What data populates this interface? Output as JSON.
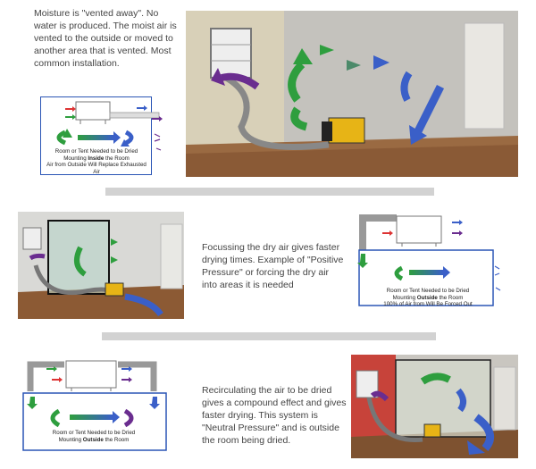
{
  "section1": {
    "text": "Moisture is \"vented away\".  No water is produced.  The moist air is vented to the outside or moved to another area that is vented. Most common installation.",
    "diagram": {
      "line1": "Room or Tent Needed to be Dried",
      "line2_pre": "Mounting ",
      "line2_bold": "Inside",
      "line2_post": " the Room",
      "line3": "Air from Outside Will Replace Exhausted Air"
    }
  },
  "section2": {
    "text": "Focussing the dry air gives faster drying times.  Example of \"Positive Pressure\" or forcing the dry air into areas it is needed",
    "diagram": {
      "line1": "Room or Tent Needed to be Dried",
      "line2_pre": "Mounting ",
      "line2_bold": "Outside",
      "line2_post": " the Room",
      "line3": "100% of Air from Will Be Forced Out"
    }
  },
  "section3": {
    "text": "Recirculating the air to be dried gives a compound effect and gives faster drying.  This system is \"Neutral Pressure\" and is outside the room being dried.",
    "diagram": {
      "line1": "Room or Tent Needed to be Dried",
      "line2_pre": "Mounting ",
      "line2_bold": "Outside",
      "line2_post": " the Room"
    }
  },
  "colors": {
    "green": "#2e9e3e",
    "blue": "#3a5fc8",
    "purple": "#6a2d8f",
    "red": "#d33",
    "diagram_border": "#2a55b5",
    "divider": "#d2d2d2",
    "dehumidifier": "#e7b416"
  }
}
